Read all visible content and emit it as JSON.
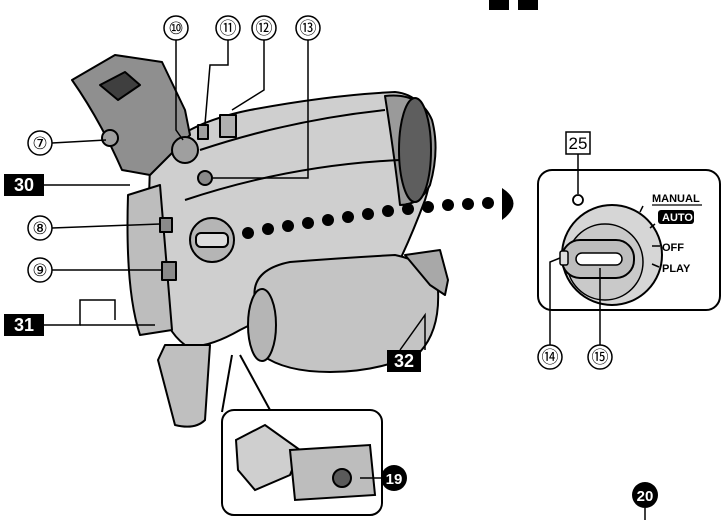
{
  "callouts_circled": [
    "⑦",
    "⑧",
    "⑨",
    "⑩",
    "⑪",
    "⑫",
    "⑬",
    "⑭",
    "⑮"
  ],
  "callouts_black_square": [
    "30",
    "31",
    "32"
  ],
  "callout_boxed": "25",
  "callouts_black_circle": [
    "19",
    "20"
  ],
  "dial_labels": [
    "MANUAL",
    "AUTO",
    "OFF",
    "PLAY"
  ],
  "colors": {
    "line": "#000000",
    "body": "#c9c9c9",
    "body_dark": "#8e8e8e",
    "panel": "#ffffff"
  }
}
